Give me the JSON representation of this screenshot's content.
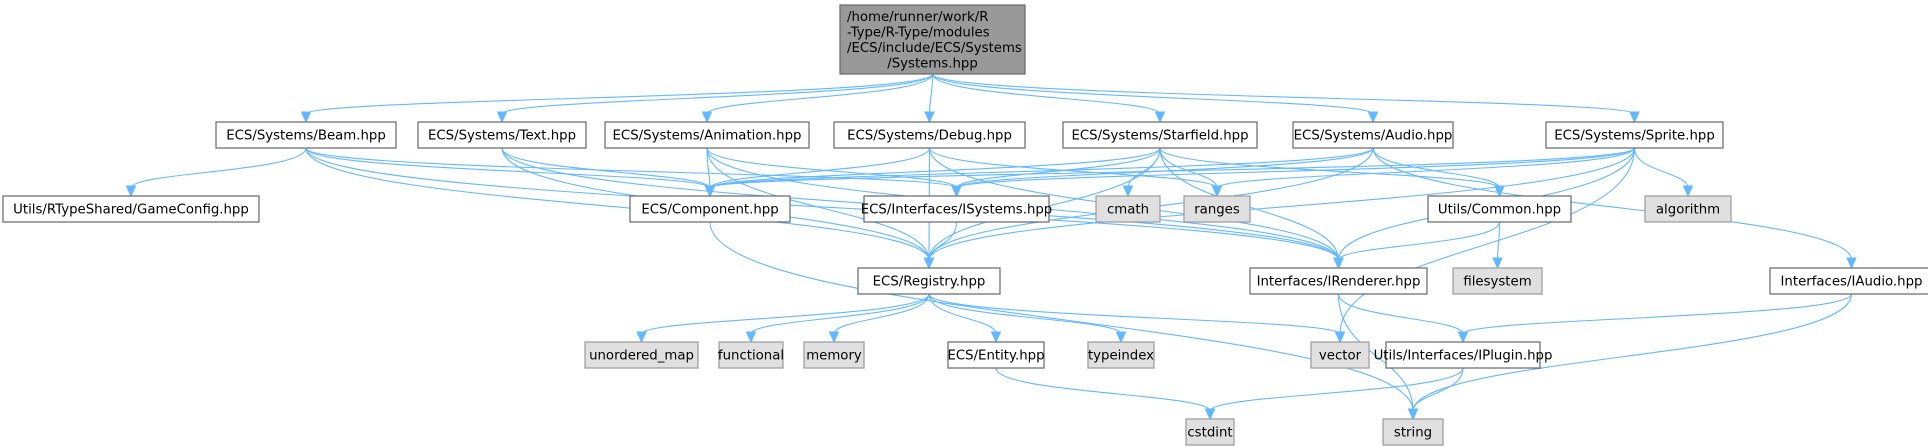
{
  "diagram": {
    "title": "Include dependency graph for Systems.hpp",
    "colors": {
      "edge": "#63b8ff",
      "root_fill": "#999999",
      "file_fill": "#ffffff",
      "system_fill": "#e0e0e0",
      "border": "#666666"
    },
    "nodes": [
      {
        "id": "root",
        "kind": "root",
        "lines": [
          "/home/runner/work/R",
          "-Type/R-Type/modules",
          "/ECS/include/ECS/Systems",
          "/Systems.hpp"
        ]
      },
      {
        "id": "beam",
        "kind": "file",
        "lines": [
          "ECS/Systems/Beam.hpp"
        ]
      },
      {
        "id": "text",
        "kind": "file",
        "lines": [
          "ECS/Systems/Text.hpp"
        ]
      },
      {
        "id": "animation",
        "kind": "file",
        "lines": [
          "ECS/Systems/Animation.hpp"
        ]
      },
      {
        "id": "debug",
        "kind": "file",
        "lines": [
          "ECS/Systems/Debug.hpp"
        ]
      },
      {
        "id": "starfield",
        "kind": "file",
        "lines": [
          "ECS/Systems/Starfield.hpp"
        ]
      },
      {
        "id": "audio",
        "kind": "file",
        "lines": [
          "ECS/Systems/Audio.hpp"
        ]
      },
      {
        "id": "sprite",
        "kind": "file",
        "lines": [
          "ECS/Systems/Sprite.hpp"
        ]
      },
      {
        "id": "gameconfig",
        "kind": "file",
        "lines": [
          "Utils/RTypeShared/GameConfig.hpp"
        ]
      },
      {
        "id": "component",
        "kind": "file",
        "lines": [
          "ECS/Component.hpp"
        ]
      },
      {
        "id": "isystems",
        "kind": "file",
        "lines": [
          "ECS/Interfaces/ISystems.hpp"
        ]
      },
      {
        "id": "cmath",
        "kind": "system",
        "lines": [
          "cmath"
        ]
      },
      {
        "id": "ranges",
        "kind": "system",
        "lines": [
          "ranges"
        ]
      },
      {
        "id": "common",
        "kind": "file",
        "lines": [
          "Utils/Common.hpp"
        ]
      },
      {
        "id": "algorithm",
        "kind": "system",
        "lines": [
          "algorithm"
        ]
      },
      {
        "id": "registry",
        "kind": "file",
        "lines": [
          "ECS/Registry.hpp"
        ]
      },
      {
        "id": "irenderer",
        "kind": "file",
        "lines": [
          "Interfaces/IRenderer.hpp"
        ]
      },
      {
        "id": "filesystem",
        "kind": "system",
        "lines": [
          "filesystem"
        ]
      },
      {
        "id": "iaudio",
        "kind": "file",
        "lines": [
          "Interfaces/IAudio.hpp"
        ]
      },
      {
        "id": "unordered_map",
        "kind": "system",
        "lines": [
          "unordered_map"
        ]
      },
      {
        "id": "functional",
        "kind": "system",
        "lines": [
          "functional"
        ]
      },
      {
        "id": "memory",
        "kind": "system",
        "lines": [
          "memory"
        ]
      },
      {
        "id": "entity",
        "kind": "file",
        "lines": [
          "ECS/Entity.hpp"
        ]
      },
      {
        "id": "typeindex",
        "kind": "system",
        "lines": [
          "typeindex"
        ]
      },
      {
        "id": "vector",
        "kind": "system",
        "lines": [
          "vector"
        ]
      },
      {
        "id": "iplugin",
        "kind": "file",
        "lines": [
          "Utils/Interfaces/IPlugin.hpp"
        ]
      },
      {
        "id": "cstdint",
        "kind": "system",
        "lines": [
          "cstdint"
        ]
      },
      {
        "id": "string",
        "kind": "system",
        "lines": [
          "string"
        ]
      }
    ],
    "edges": [
      [
        "root",
        "beam"
      ],
      [
        "root",
        "text"
      ],
      [
        "root",
        "animation"
      ],
      [
        "root",
        "debug"
      ],
      [
        "root",
        "starfield"
      ],
      [
        "root",
        "audio"
      ],
      [
        "root",
        "sprite"
      ],
      [
        "beam",
        "gameconfig"
      ],
      [
        "beam",
        "component"
      ],
      [
        "beam",
        "isystems"
      ],
      [
        "beam",
        "registry"
      ],
      [
        "beam",
        "irenderer"
      ],
      [
        "text",
        "component"
      ],
      [
        "text",
        "registry"
      ],
      [
        "text",
        "irenderer"
      ],
      [
        "animation",
        "component"
      ],
      [
        "animation",
        "isystems"
      ],
      [
        "animation",
        "registry"
      ],
      [
        "animation",
        "irenderer"
      ],
      [
        "debug",
        "component"
      ],
      [
        "debug",
        "registry"
      ],
      [
        "debug",
        "irenderer"
      ],
      [
        "debug",
        "ranges"
      ],
      [
        "starfield",
        "component"
      ],
      [
        "starfield",
        "isystems"
      ],
      [
        "starfield",
        "cmath"
      ],
      [
        "starfield",
        "ranges"
      ],
      [
        "starfield",
        "registry"
      ],
      [
        "starfield",
        "irenderer"
      ],
      [
        "starfield",
        "common"
      ],
      [
        "audio",
        "component"
      ],
      [
        "audio",
        "isystems"
      ],
      [
        "audio",
        "registry"
      ],
      [
        "audio",
        "common"
      ],
      [
        "audio",
        "iaudio"
      ],
      [
        "sprite",
        "component"
      ],
      [
        "sprite",
        "isystems"
      ],
      [
        "sprite",
        "ranges"
      ],
      [
        "sprite",
        "algorithm"
      ],
      [
        "sprite",
        "registry"
      ],
      [
        "sprite",
        "irenderer"
      ],
      [
        "sprite",
        "vector"
      ],
      [
        "component",
        "string"
      ],
      [
        "isystems",
        "registry"
      ],
      [
        "common",
        "irenderer"
      ],
      [
        "common",
        "filesystem"
      ],
      [
        "registry",
        "unordered_map"
      ],
      [
        "registry",
        "functional"
      ],
      [
        "registry",
        "memory"
      ],
      [
        "registry",
        "entity"
      ],
      [
        "registry",
        "typeindex"
      ],
      [
        "registry",
        "vector"
      ],
      [
        "irenderer",
        "iplugin"
      ],
      [
        "irenderer",
        "string"
      ],
      [
        "iaudio",
        "iplugin"
      ],
      [
        "iaudio",
        "string"
      ],
      [
        "entity",
        "cstdint"
      ],
      [
        "iplugin",
        "cstdint"
      ],
      [
        "iplugin",
        "string"
      ]
    ]
  }
}
